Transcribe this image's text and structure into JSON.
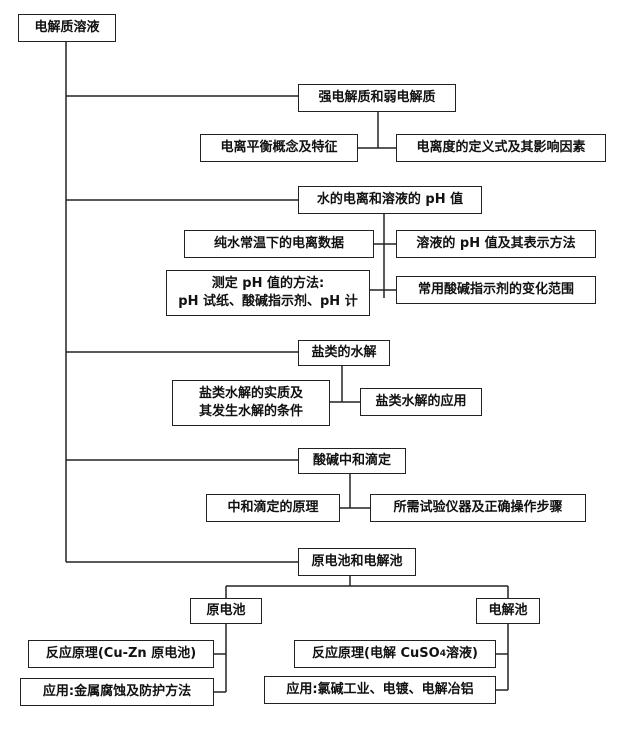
{
  "root": "电解质溶液",
  "sections": {
    "electrolytes": {
      "title": "强电解质和弱电解质",
      "left": "电离平衡概念及特征",
      "right": "电离度的定义式及其影响因素"
    },
    "water_ph": {
      "title": "水的电离和溶液的 pH 值",
      "left_top": "纯水常温下的电离数据",
      "left_bottom": [
        "测定 pH 值的方法:",
        "pH 试纸、酸碱指示剂、pH 计"
      ],
      "right_top": "溶液的 pH 值及其表示方法",
      "right_bottom": "常用酸碱指示剂的变化范围"
    },
    "hydrolysis": {
      "title": "盐类的水解",
      "left": [
        "盐类水解的实质及",
        "其发生水解的条件"
      ],
      "right": "盐类水解的应用"
    },
    "titration": {
      "title": "酸碱中和滴定",
      "left": "中和滴定的原理",
      "right": "所需试验仪器及正确操作步骤"
    },
    "cells": {
      "title": "原电池和电解池",
      "galvanic": {
        "title": "原电池",
        "item1": "反应原理(Cu-Zn 原电池)",
        "item2": "应用:金属腐蚀及防护方法"
      },
      "electrolytic": {
        "title": "电解池",
        "item1_prefix": "反应原理(电解 CuSO",
        "item1_sub": "4",
        "item1_suffix": "溶液)",
        "item2": "应用:氯碱工业、电镀、电解冶铝"
      }
    }
  }
}
